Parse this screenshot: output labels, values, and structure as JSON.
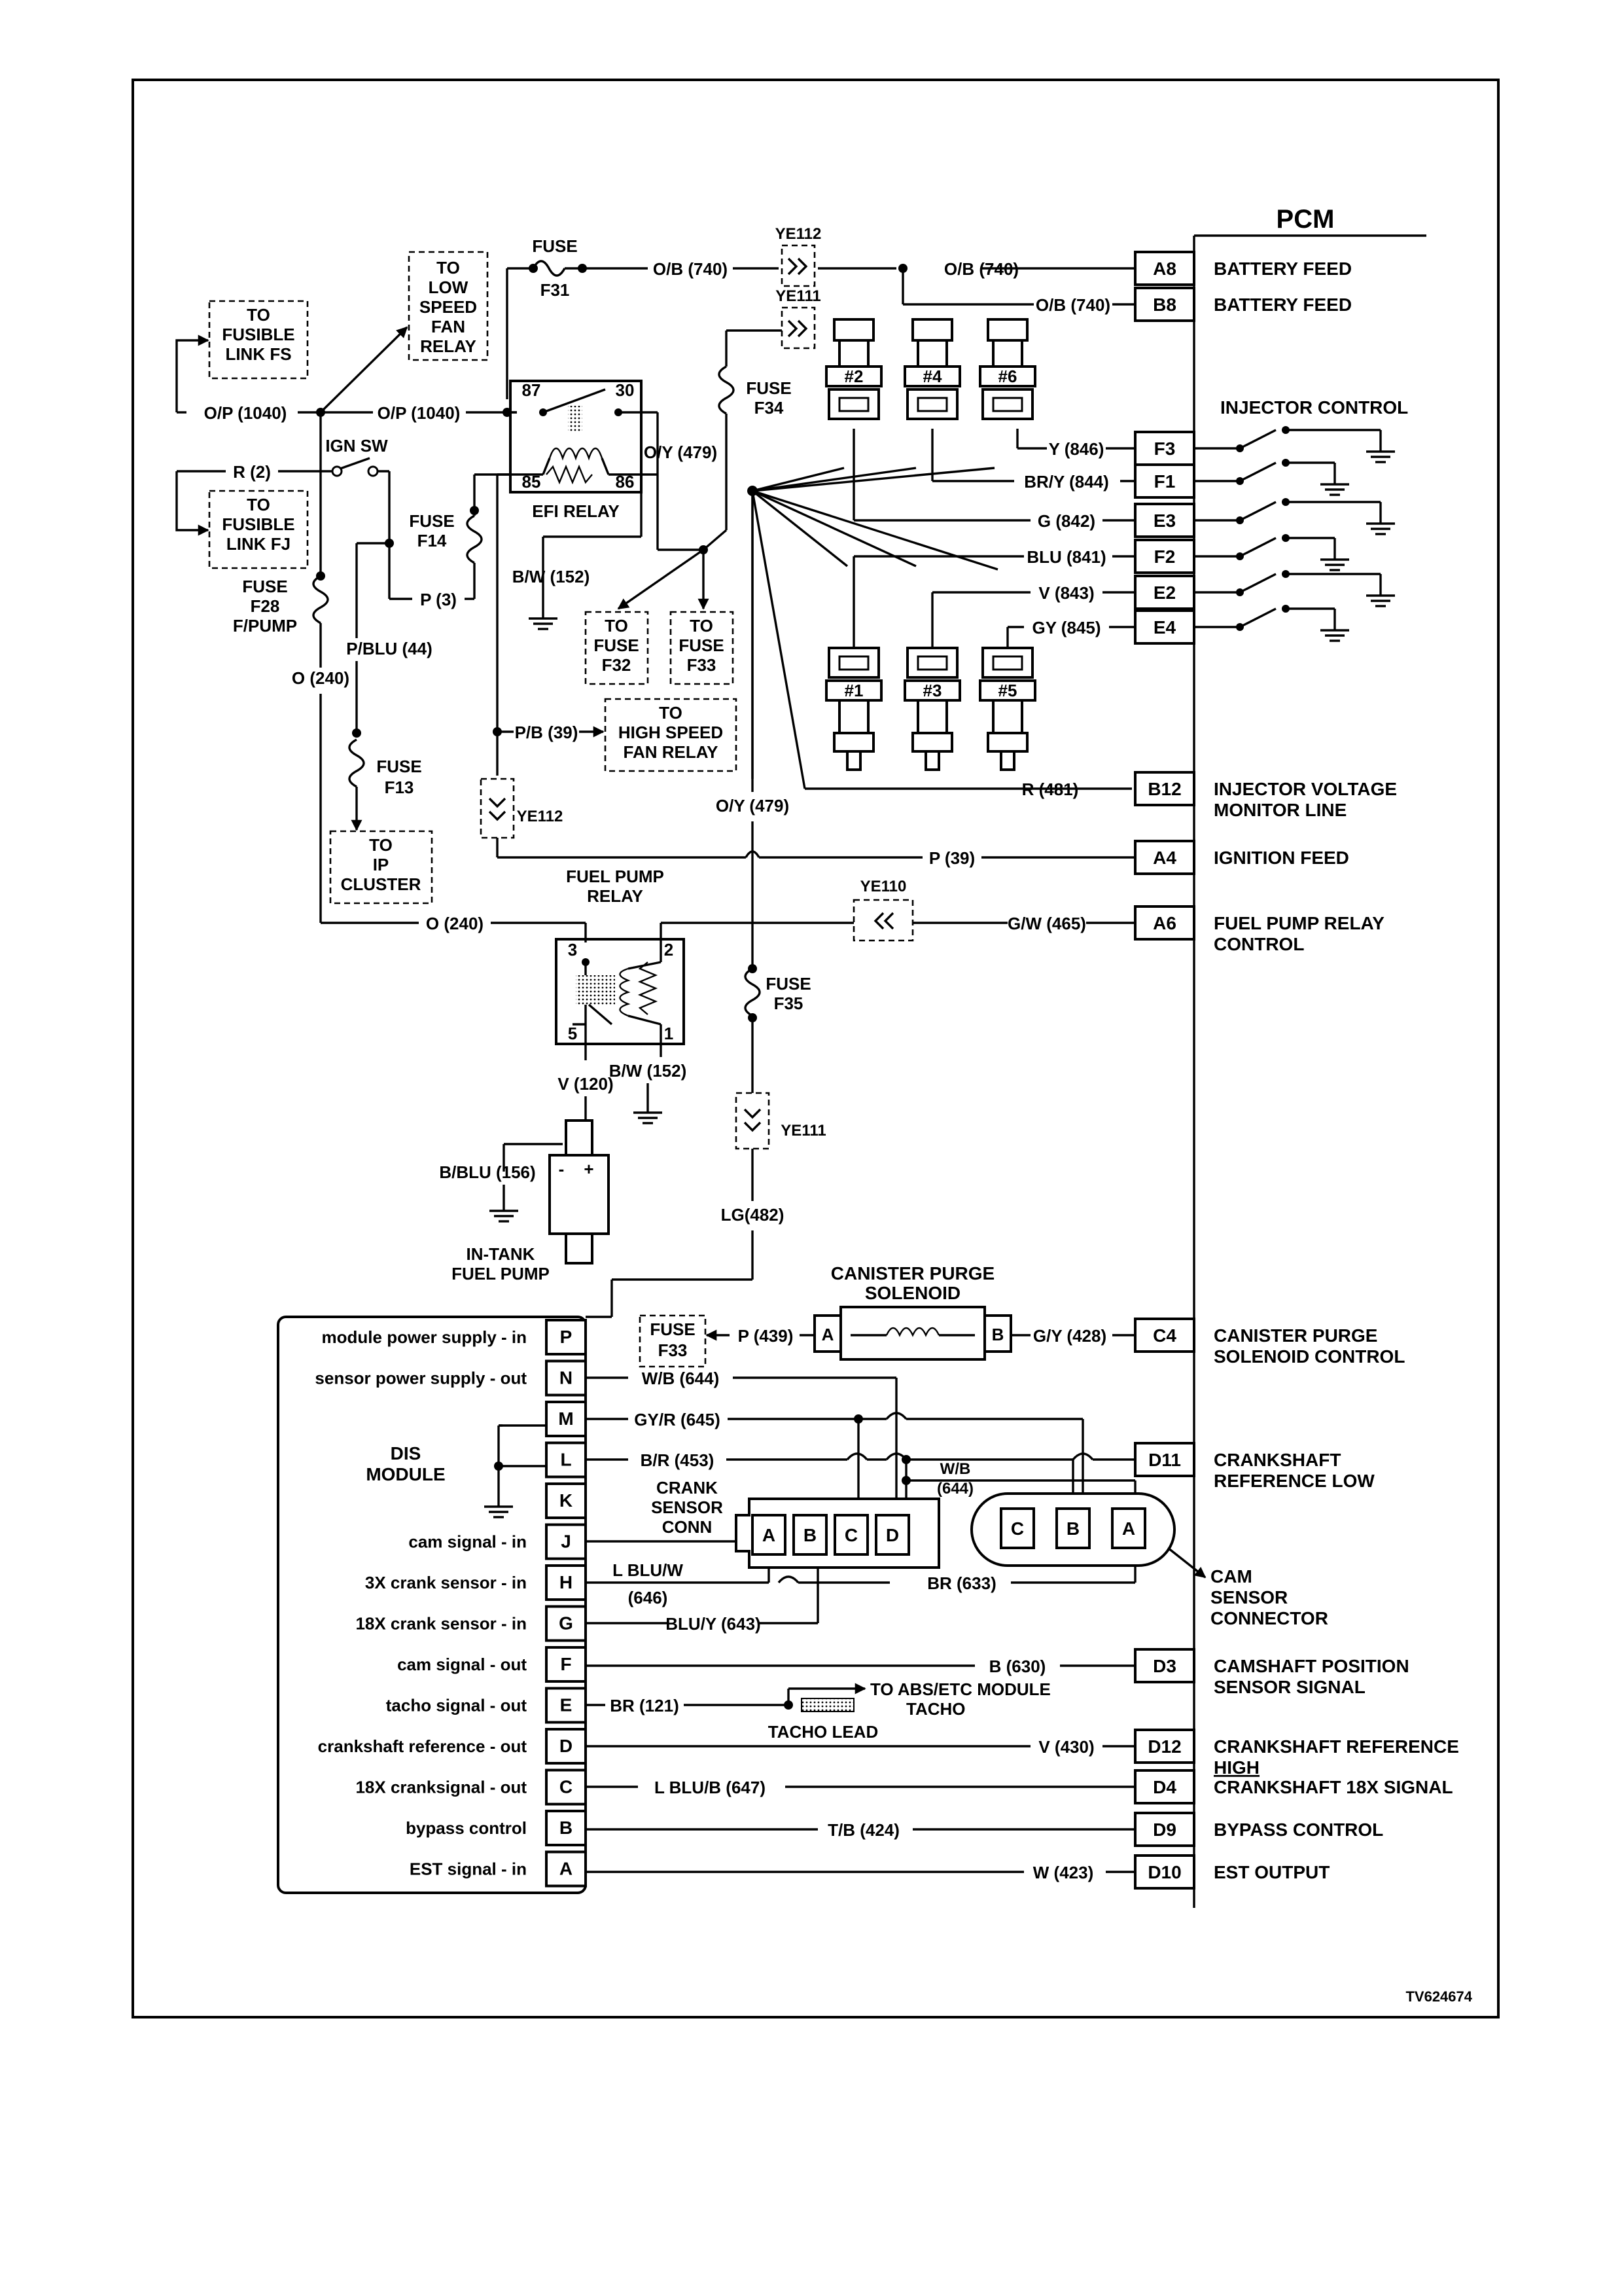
{
  "pcm": {
    "title": "PCM",
    "pins": [
      {
        "pin": "A8",
        "wire": "O/B (740)",
        "label": "BATTERY FEED",
        "label2": ""
      },
      {
        "pin": "B8",
        "wire": "O/B (740)",
        "label": "BATTERY FEED",
        "label2": ""
      },
      {
        "pin": "F3",
        "wire": "Y (846)",
        "label": "",
        "label2": ""
      },
      {
        "pin": "F1",
        "wire": "BR/Y (844)",
        "label": "",
        "label2": ""
      },
      {
        "pin": "E3",
        "wire": "G (842)",
        "label": "",
        "label2": ""
      },
      {
        "pin": "F2",
        "wire": "BLU (841)",
        "label": "",
        "label2": ""
      },
      {
        "pin": "E2",
        "wire": "V (843)",
        "label": "",
        "label2": ""
      },
      {
        "pin": "E4",
        "wire": "GY (845)",
        "label": "",
        "label2": ""
      },
      {
        "pin": "B12",
        "wire": "R (481)",
        "label": "INJECTOR VOLTAGE",
        "label2": "MONITOR LINE"
      },
      {
        "pin": "A4",
        "wire": "P (39)",
        "label": "IGNITION FEED",
        "label2": ""
      },
      {
        "pin": "A6",
        "wire": "G/W (465)",
        "label": "FUEL PUMP RELAY",
        "label2": "CONTROL"
      },
      {
        "pin": "C4",
        "wire": "G/Y (428)",
        "label": "CANISTER PURGE",
        "label2": "SOLENOID CONTROL"
      },
      {
        "pin": "D11",
        "wire": "",
        "label": "CRANKSHAFT",
        "label2": "REFERENCE LOW"
      },
      {
        "pin": "D3",
        "wire": "B (630)",
        "label": "CAMSHAFT POSITION",
        "label2": "SENSOR SIGNAL"
      },
      {
        "pin": "D12",
        "wire": "V (430)",
        "label": "CRANKSHAFT REFERENCE",
        "label2": "HIGH"
      },
      {
        "pin": "D4",
        "wire": "",
        "label": "CRANKSHAFT 18X SIGNAL",
        "label2": ""
      },
      {
        "pin": "D9",
        "wire": "T/B (424)",
        "label": "BYPASS CONTROL",
        "label2": ""
      },
      {
        "pin": "D10",
        "wire": "W (423)",
        "label": "EST OUTPUT",
        "label2": ""
      }
    ],
    "injector_control_label": "INJECTOR CONTROL"
  },
  "injectors": [
    "#2",
    "#4",
    "#6",
    "#1",
    "#3",
    "#5"
  ],
  "fuses": {
    "fuse_label": "FUSE",
    "f31": "F31",
    "f34": "F34",
    "f14": "F14",
    "f28": "F28",
    "f28_sub": "F/PUMP",
    "f13": "F13",
    "f35": "F35",
    "f32_box": [
      "TO",
      "FUSE",
      "F32"
    ],
    "f33_box": [
      "TO",
      "FUSE",
      "F33"
    ],
    "f33_small": [
      "FUSE",
      "F33"
    ]
  },
  "connectors": {
    "ye112": "YE112",
    "ye111": "YE111",
    "ye110": "YE110"
  },
  "destinations": {
    "fusible_fs": [
      "TO",
      "FUSIBLE",
      "LINK FS"
    ],
    "fusible_fj": [
      "TO",
      "FUSIBLE",
      "LINK FJ"
    ],
    "low_speed_fan": [
      "TO",
      "LOW",
      "SPEED",
      "FAN",
      "RELAY"
    ],
    "high_speed_fan": [
      "TO",
      "HIGH SPEED",
      "FAN RELAY"
    ],
    "ip_cluster": [
      "TO",
      "IP",
      "CLUSTER"
    ]
  },
  "wires": {
    "ob740": "O/B (740)",
    "op1040a": "O/P (1040)",
    "op1040b": "O/P (1040)",
    "r2": "R (2)",
    "p3": "P (3)",
    "pblu44": "P/BLU (44)",
    "o240a": "O (240)",
    "o240b": "O (240)",
    "oy479a": "O/Y (479)",
    "oy479b": "O/Y (479)",
    "bw152a": "B/W (152)",
    "bw152b": "B/W (152)",
    "pb39": "P/B (39)",
    "v120": "V (120)",
    "bblu156": "B/BLU (156)",
    "lg482": "LG(482)",
    "p439": "P (439)",
    "wb644": "W/B (644)",
    "gyr645": "GY/R (645)",
    "br453": "B/R (453)",
    "wb644b": "W/B",
    "wb644c": "(644)",
    "lbluw": "L BLU/W",
    "lbluw2": "(646)",
    "br633": "BR (633)",
    "bluy643": "BLU/Y (643)",
    "br121": "BR (121)",
    "lblub647": "L BLU/B (647)"
  },
  "relays": {
    "efi": "EFI RELAY",
    "efi_pins": [
      "87",
      "30",
      "85",
      "86"
    ],
    "fuel_pump": [
      "FUEL PUMP",
      "RELAY"
    ],
    "fuel_pump_pins": [
      "3",
      "2",
      "5",
      "1"
    ]
  },
  "switch": "IGN SW",
  "fuel_pump_motor": [
    "IN-TANK",
    "FUEL PUMP"
  ],
  "canister": {
    "title": [
      "CANISTER PURGE",
      "SOLENOID"
    ],
    "pin_a": "A",
    "pin_b": "B"
  },
  "dis_module": {
    "title": [
      "DIS",
      "MODULE"
    ],
    "pins": [
      {
        "pin": "P",
        "label": "module power supply - in"
      },
      {
        "pin": "N",
        "label": "sensor power supply - out"
      },
      {
        "pin": "M",
        "label": ""
      },
      {
        "pin": "L",
        "label": ""
      },
      {
        "pin": "K",
        "label": ""
      },
      {
        "pin": "J",
        "label": "cam signal - in"
      },
      {
        "pin": "H",
        "label": "3X crank sensor - in"
      },
      {
        "pin": "G",
        "label": "18X crank sensor - in"
      },
      {
        "pin": "F",
        "label": "cam signal - out"
      },
      {
        "pin": "E",
        "label": "tacho signal - out"
      },
      {
        "pin": "D",
        "label": "crankshaft reference - out"
      },
      {
        "pin": "C",
        "label": "18X cranksignal - out"
      },
      {
        "pin": "B",
        "label": "bypass control"
      },
      {
        "pin": "A",
        "label": "EST signal - in"
      }
    ]
  },
  "crank_sensor": {
    "title": [
      "CRANK",
      "SENSOR",
      "CONN"
    ],
    "pins": [
      "A",
      "B",
      "C",
      "D"
    ]
  },
  "cam_sensor": {
    "title": [
      "CAM",
      "SENSOR",
      "CONNECTOR"
    ],
    "pins": [
      "C",
      "B",
      "A"
    ]
  },
  "tacho": {
    "abs": "TO ABS/ETC MODULE",
    "tacho": "TACHO",
    "lead": "TACHO LEAD"
  },
  "footer_code": "TV624674"
}
